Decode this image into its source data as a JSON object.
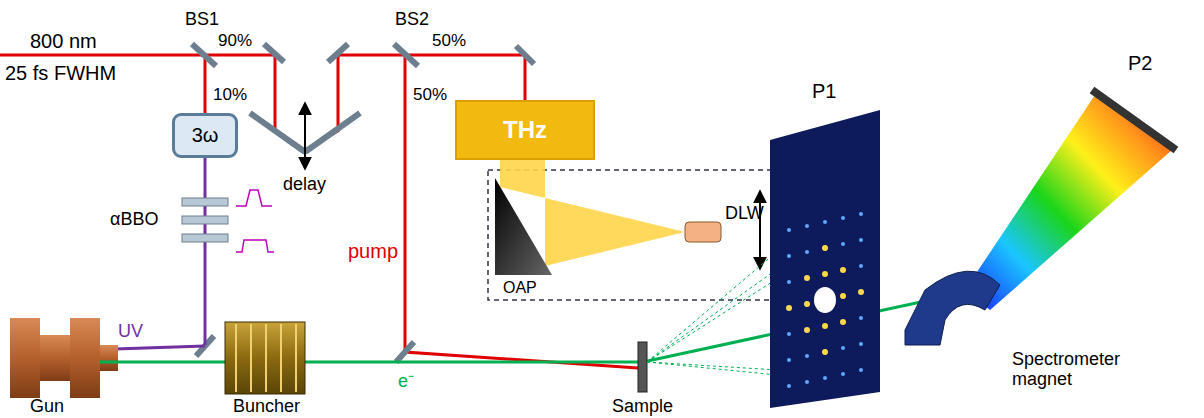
{
  "diagram": {
    "nodes": [
      {
        "text": [
          "3ω"
        ]
      },
      {
        "text": [
          "THz"
        ]
      }
    ],
    "labels": [
      "800 nm",
      "25 fs FWHM",
      "BS1",
      "90%",
      "10%",
      "BS2",
      "50%",
      "50%",
      "delay",
      "αBBO",
      "UV",
      "pump",
      "OAP",
      "DLW",
      "e⁻",
      "Gun",
      "Buncher",
      "Sample",
      "P1",
      "P2",
      "Spectrometer magnet"
    ]
  }
}
